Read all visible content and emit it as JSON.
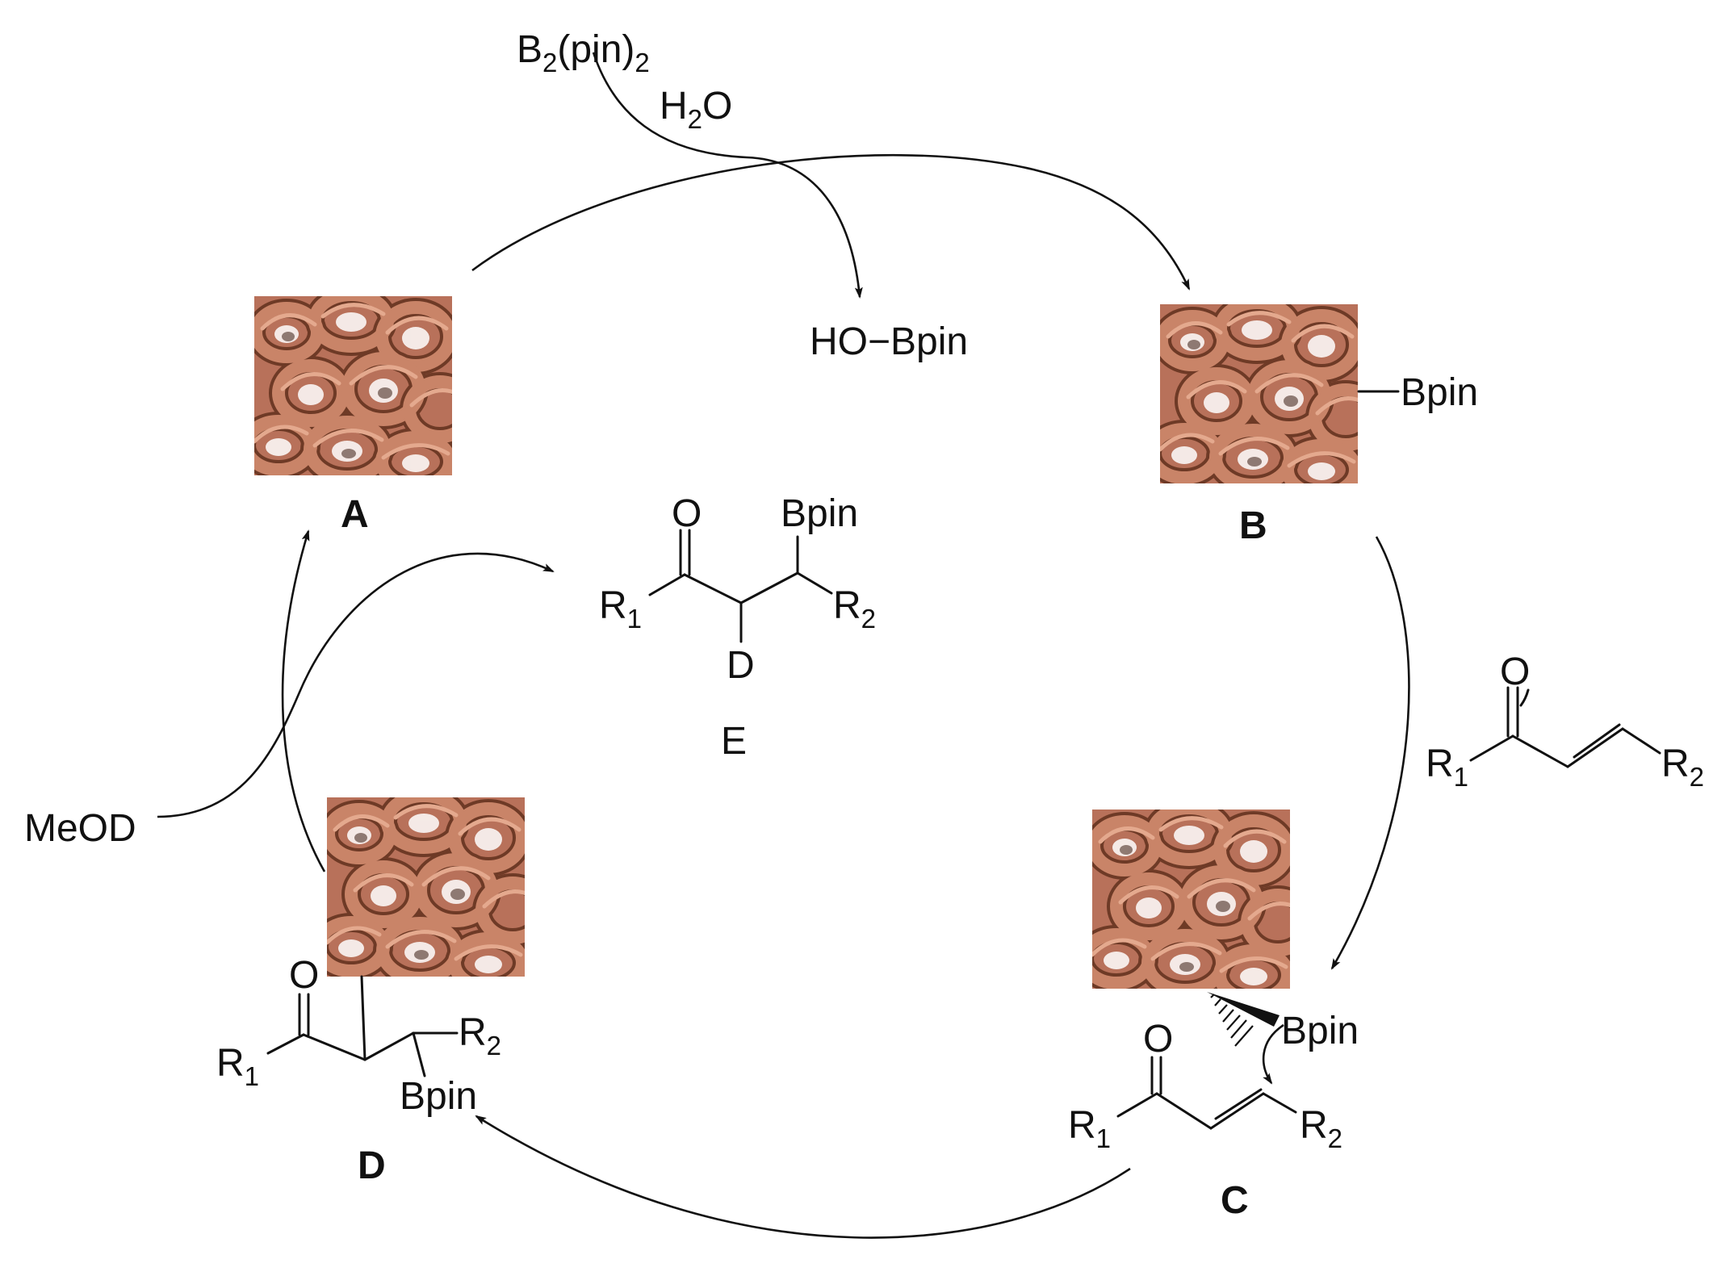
{
  "reagents": {
    "b2pin2": {
      "main": "B",
      "sub1": "2",
      "mid": "(pin)",
      "sub2": "2"
    },
    "water": {
      "main": "H",
      "sub": "2",
      "tail": "O"
    },
    "hobpin": "HO−Bpin",
    "meod": "MeOD"
  },
  "intermediates": {
    "a": {
      "label": "A"
    },
    "b": {
      "label": "B",
      "substituent": "Bpin"
    },
    "c": {
      "label": "C",
      "boron": "Bpin",
      "oxygen": "O",
      "r1": "R",
      "r1_sub": "1",
      "r2": "R",
      "r2_sub": "2"
    },
    "d": {
      "label": "D",
      "boron": "Bpin",
      "oxygen": "O",
      "r1": "R",
      "r1_sub": "1",
      "r2": "R",
      "r2_sub": "2"
    }
  },
  "product": {
    "label": "E",
    "oxygen": "O",
    "boron": "Bpin",
    "deuterium": "D",
    "r1": "R",
    "r1_sub": "1",
    "r2": "R",
    "r2_sub": "2"
  },
  "substrate": {
    "oxygen": "O",
    "r1": "R",
    "r1_sub": "1",
    "r2": "R",
    "r2_sub": "2"
  },
  "colors": {
    "framework": "#b8715a",
    "framework_dark": "#6e3a26",
    "framework_light": "#e4a98e",
    "ink": "#111111"
  },
  "icons": [
    "copper-framework-icon"
  ]
}
